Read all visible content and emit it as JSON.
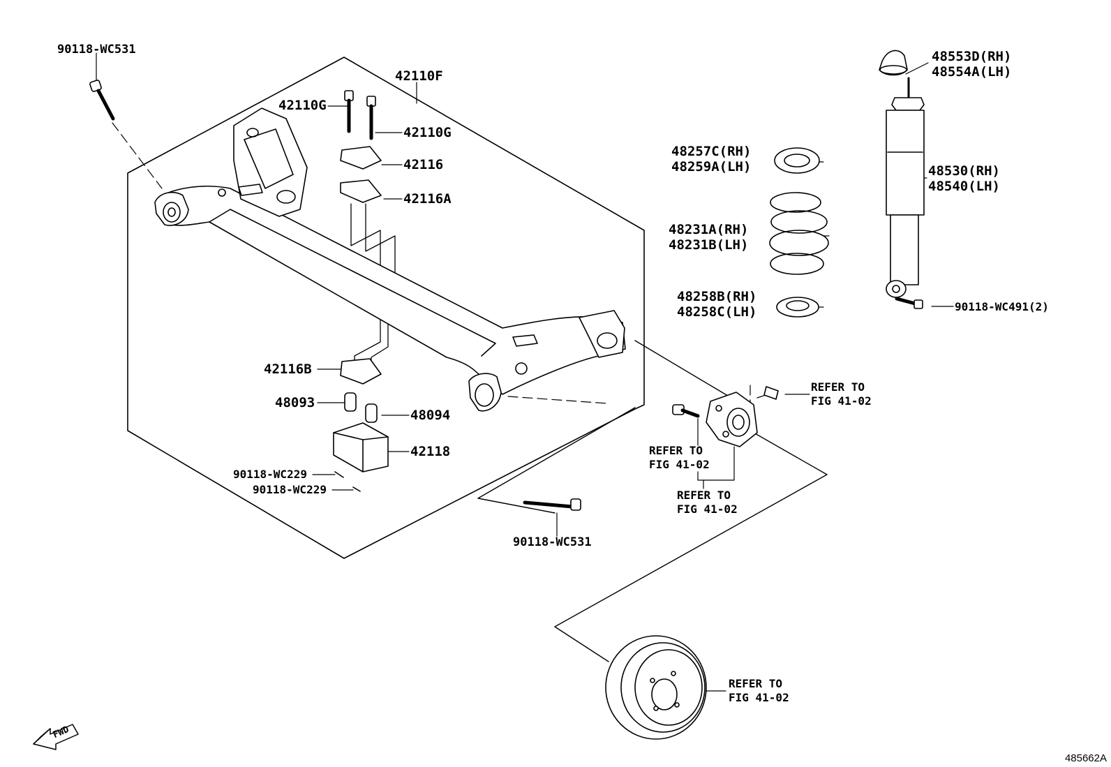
{
  "parts": {
    "bolt_top_left": "90118-WC531",
    "beam": "42110F",
    "bolt_g1": "42110G",
    "bolt_g2": "42110G",
    "plate_42116": "42116",
    "plate_42116a": "42116A",
    "plate_42116b": "42116B",
    "collar_48093": "48093",
    "collar_48094": "48094",
    "block_42118": "42118",
    "screw_1": "90118-WC229",
    "screw_2": "90118-WC229",
    "bolt_bottom": "90118-WC531",
    "bump_stop_rh": "48553D(RH)",
    "bump_stop_lh": "48554A(LH)",
    "upper_seat_rh": "48257C(RH)",
    "upper_seat_lh": "48259A(LH)",
    "spring_rh": "48231A(RH)",
    "spring_lh": "48231B(LH)",
    "lower_seat_rh": "48258B(RH)",
    "lower_seat_lh": "48258C(LH)",
    "shock_rh": "48530(RH)",
    "shock_lh": "48540(LH)",
    "shock_bolt": "90118-WC491(2)"
  },
  "refs": {
    "ref_hub_bolt": [
      "REFER TO",
      "FIG 41-02"
    ],
    "ref_hub_left": [
      "REFER TO",
      "FIG 41-02"
    ],
    "ref_hub_bottom": [
      "REFER TO",
      "FIG 41-02"
    ],
    "ref_drum": [
      "REFER TO",
      "FIG 41-02"
    ]
  },
  "fwd_label": "FWD",
  "figure_id": "485662A"
}
